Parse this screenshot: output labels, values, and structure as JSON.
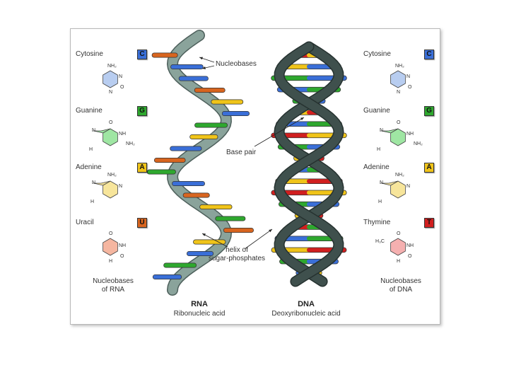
{
  "colors": {
    "cytosine": "#3a6fd8",
    "guanine": "#2ea82e",
    "adenine": "#f0c419",
    "uracil": "#d8651f",
    "thymine": "#d11f1f",
    "rna_backbone": "#8aa39b",
    "dna_backbone": "#3f504d"
  },
  "left_panel": {
    "items": [
      {
        "name": "Cytosine",
        "letter": "C",
        "base": "cytosine",
        "ring_color": "#b8cdf0"
      },
      {
        "name": "Guanine",
        "letter": "G",
        "base": "guanine",
        "ring_color": "#9fe6a3"
      },
      {
        "name": "Adenine",
        "letter": "A",
        "base": "adenine",
        "ring_color": "#f7e59b"
      },
      {
        "name": "Uracil",
        "letter": "U",
        "base": "uracil",
        "ring_color": "#f5b6a0"
      }
    ],
    "caption_line1": "Nucleobases",
    "caption_line2": "of RNA"
  },
  "right_panel": {
    "items": [
      {
        "name": "Cytosine",
        "letter": "C",
        "base": "cytosine",
        "ring_color": "#b8cdf0"
      },
      {
        "name": "Guanine",
        "letter": "G",
        "base": "guanine",
        "ring_color": "#9fe6a3"
      },
      {
        "name": "Adenine",
        "letter": "A",
        "base": "adenine",
        "ring_color": "#f7e59b"
      },
      {
        "name": "Thymine",
        "letter": "T",
        "base": "thymine",
        "ring_color": "#f5b0b0"
      }
    ],
    "caption_line1": "Nucleobases",
    "caption_line2": "of DNA"
  },
  "rna": {
    "title": "RNA",
    "subtitle": "Ribonucleic acid",
    "rungs": [
      "uracil",
      "cytosine",
      "cytosine",
      "uracil",
      "adenine",
      "cytosine",
      "guanine",
      "adenine",
      "cytosine",
      "uracil",
      "guanine",
      "cytosine",
      "uracil",
      "adenine",
      "guanine",
      "uracil",
      "adenine",
      "cytosine",
      "guanine",
      "cytosine"
    ]
  },
  "dna": {
    "title": "DNA",
    "subtitle": "Deoxyribonucleic acid",
    "rungs": [
      [
        "thymine",
        "adenine"
      ],
      [
        "adenine",
        "cytosine"
      ],
      [
        "guanine",
        "cytosine"
      ],
      [
        "cytosine",
        "guanine"
      ],
      [
        "guanine",
        "cytosine"
      ],
      [
        "adenine",
        "thymine"
      ],
      [
        "cytosine",
        "guanine"
      ],
      [
        "thymine",
        "adenine"
      ],
      [
        "guanine",
        "cytosine"
      ],
      [
        "adenine",
        "thymine"
      ],
      [
        "cytosine",
        "guanine"
      ],
      [
        "adenine",
        "thymine"
      ],
      [
        "thymine",
        "adenine"
      ],
      [
        "guanine",
        "cytosine"
      ],
      [
        "adenine",
        "thymine"
      ],
      [
        "thymine",
        "guanine"
      ],
      [
        "cytosine",
        "guanine"
      ],
      [
        "adenine",
        "thymine"
      ],
      [
        "guanine",
        "cytosine"
      ],
      [
        "cytosine",
        "adenine"
      ]
    ]
  },
  "annotations": {
    "nucleobases": "Nucleobases",
    "base_pair": "Base pair",
    "helix_line1": "helix of",
    "helix_line2": "sugar-phosphates"
  },
  "chem": {
    "nh2": "NH₂",
    "nh": "NH",
    "n": "N",
    "h": "H",
    "o": "O",
    "ch3": "H₃C"
  }
}
